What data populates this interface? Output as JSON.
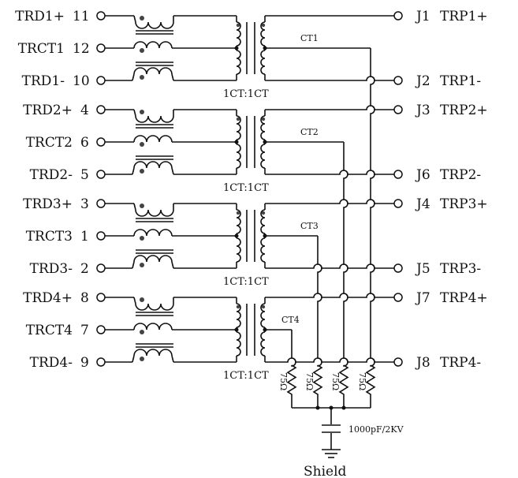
{
  "title": "Ethernet magnetics schematic (4-channel, 1CT:1CT)",
  "left_pins": [
    {
      "name": "TRD1+",
      "pin": "11"
    },
    {
      "name": "TRCT1",
      "pin": "12"
    },
    {
      "name": "TRD1-",
      "pin": "10"
    },
    {
      "name": "TRD2+",
      "pin": "4"
    },
    {
      "name": "TRCT2",
      "pin": "6"
    },
    {
      "name": "TRD2-",
      "pin": "5"
    },
    {
      "name": "TRD3+",
      "pin": "3"
    },
    {
      "name": "TRCT3",
      "pin": "1"
    },
    {
      "name": "TRD3-",
      "pin": "2"
    },
    {
      "name": "TRD4+",
      "pin": "8"
    },
    {
      "name": "TRCT4",
      "pin": "7"
    },
    {
      "name": "TRD4-",
      "pin": "9"
    }
  ],
  "right_pins": [
    {
      "pin": "J1",
      "name": "TRP1+"
    },
    {
      "pin": "J2",
      "name": "TRP1-"
    },
    {
      "pin": "J3",
      "name": "TRP2+"
    },
    {
      "pin": "J6",
      "name": "TRP2-"
    },
    {
      "pin": "J4",
      "name": "TRP3+"
    },
    {
      "pin": "J5",
      "name": "TRP3-"
    },
    {
      "pin": "J7",
      "name": "TRP4+"
    },
    {
      "pin": "J8",
      "name": "TRP4-"
    }
  ],
  "transformer_ratio": "1CT:1CT",
  "center_taps": [
    "CT1",
    "CT2",
    "CT3",
    "CT4"
  ],
  "resistor_value": "75Ω",
  "capacitor_value": "1000pF/2KV",
  "ground_label": "Shield"
}
